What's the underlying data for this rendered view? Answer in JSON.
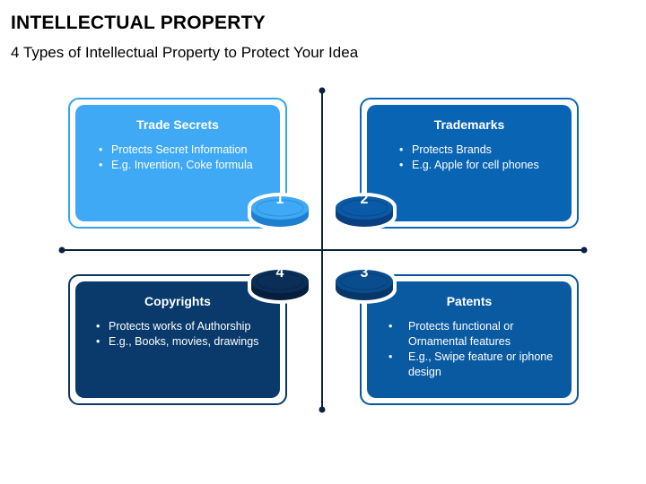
{
  "header": {
    "title": "INTELLECTUAL PROPERTY",
    "subtitle": "4 Types of Intellectual Property to Protect Your Idea"
  },
  "colors": {
    "trade_secrets": "#3fa9f5",
    "trademarks": "#0a64b4",
    "patents": "#0a5aa2",
    "copyrights": "#0a3a6b",
    "axis": "#0b2340"
  },
  "quadrants": [
    {
      "number": "1",
      "title": "Trade Secrets",
      "bullets": [
        "Protects Secret Information",
        "E.g. Invention, Coke formula"
      ]
    },
    {
      "number": "2",
      "title": "Trademarks",
      "bullets": [
        "Protects Brands",
        "E.g. Apple for cell phones"
      ]
    },
    {
      "number": "3",
      "title": "Patents",
      "bullets": [
        "Protects functional or Ornamental features",
        "E.g., Swipe feature or iphone design"
      ]
    },
    {
      "number": "4",
      "title": "Copyrights",
      "bullets": [
        "Protects works of Authorship",
        "E.g., Books, movies, drawings"
      ]
    }
  ],
  "bullet_glyph": "•"
}
